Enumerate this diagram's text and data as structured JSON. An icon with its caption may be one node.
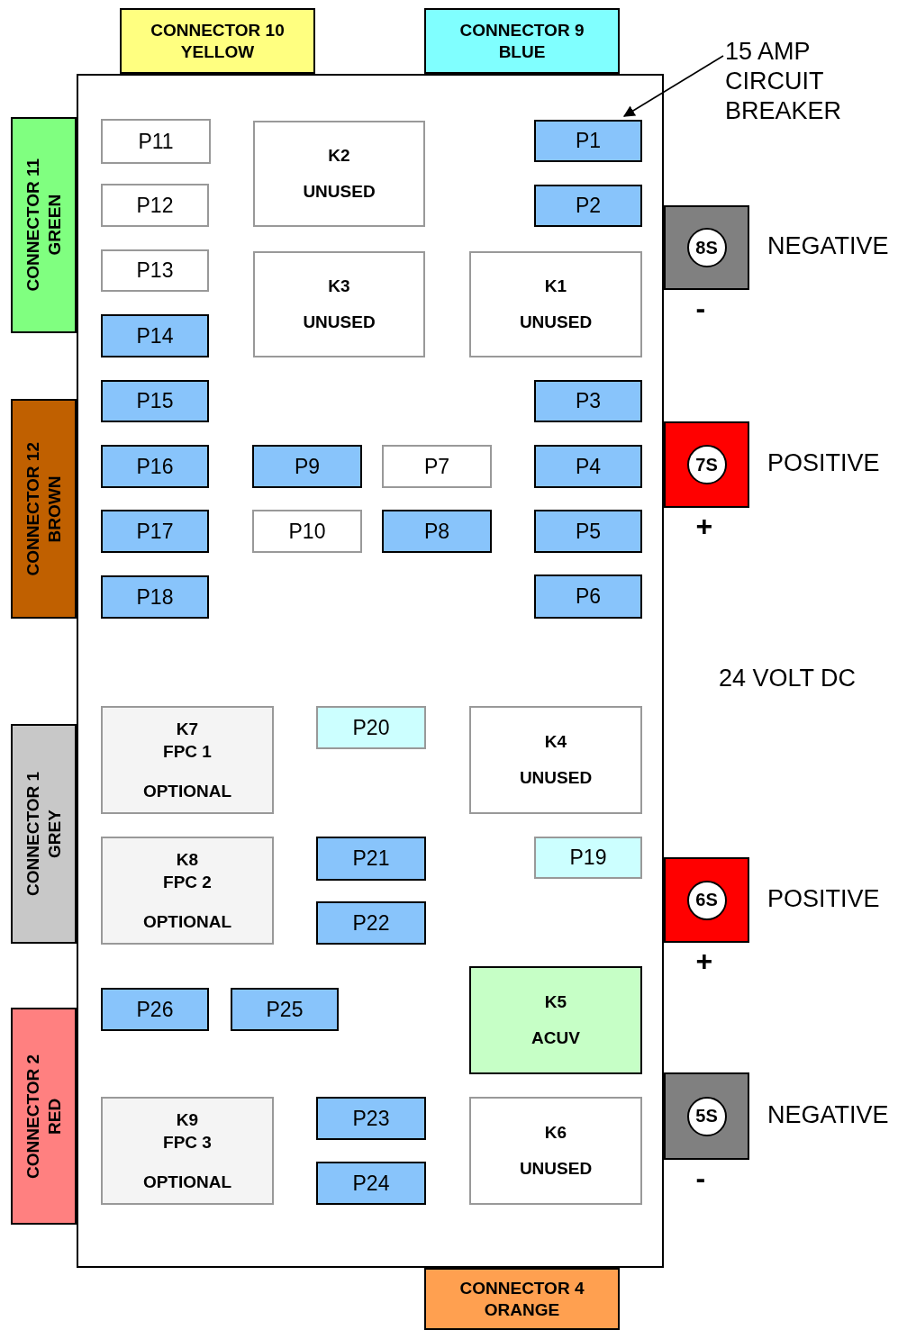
{
  "diagram": {
    "nodes": [
      {
        "text": [
          "CONNECTOR 10",
          "YELLOW"
        ]
      },
      {
        "text": [
          "CONNECTOR 9",
          "BLUE"
        ]
      },
      {
        "text": [
          "15 AMP CIRCUIT BREAKER"
        ]
      },
      {
        "text": [],
        "shape": "box"
      },
      {
        "text": [
          "P11"
        ],
        "in": 3
      },
      {
        "text": [
          "K2",
          "UNUSED"
        ],
        "in": 3
      },
      {
        "text": [
          "P1"
        ],
        "in": 3
      },
      {
        "text": [
          "P12"
        ],
        "in": 3
      },
      {
        "text": [
          "P2"
        ],
        "in": 3
      },
      {
        "text": [
          "P13"
        ],
        "in": 3
      },
      {
        "text": [
          "K3",
          "UNUSED"
        ],
        "in": 3
      },
      {
        "text": [
          "K1",
          "UNUSED"
        ],
        "in": 3
      },
      {
        "text": [
          "P14"
        ],
        "in": 3
      },
      {
        "text": [
          "P15"
        ],
        "in": 3
      },
      {
        "text": [
          "P3"
        ],
        "in": 3
      },
      {
        "text": [
          "P16"
        ],
        "in": 3
      },
      {
        "text": [
          "P9"
        ],
        "in": 3
      },
      {
        "text": [
          "P7"
        ],
        "in": 3
      },
      {
        "text": [
          "P4"
        ],
        "in": 3
      },
      {
        "text": [
          "P17"
        ],
        "in": 3
      },
      {
        "text": [
          "P10"
        ],
        "in": 3
      },
      {
        "text": [
          "P8"
        ],
        "in": 3
      },
      {
        "text": [
          "P5"
        ],
        "in": 3
      },
      {
        "text": [
          "P18"
        ],
        "in": 3
      },
      {
        "text": [
          "P6"
        ],
        "in": 3
      },
      {
        "text": [
          "K7",
          "FPC 1",
          "OPTIONAL"
        ],
        "in": 3
      },
      {
        "text": [
          "P20"
        ],
        "in": 3
      },
      {
        "text": [
          "K4",
          "UNUSED"
        ],
        "in": 3
      },
      {
        "text": [
          "K8",
          "FPC 2",
          "OPTIONAL"
        ],
        "in": 3
      },
      {
        "text": [
          "P21"
        ],
        "in": 3
      },
      {
        "text": [
          "P19"
        ],
        "in": 3
      },
      {
        "text": [
          "P22"
        ],
        "in": 3
      },
      {
        "text": [
          "P26"
        ],
        "in": 3
      },
      {
        "text": [
          "P25"
        ],
        "in": 3
      },
      {
        "text": [
          "K5",
          "ACUV"
        ],
        "in": 3
      },
      {
        "text": [
          "K9",
          "FPC 3",
          "OPTIONAL"
        ],
        "in": 3
      },
      {
        "text": [
          "P23"
        ],
        "in": 3
      },
      {
        "text": [
          "K6",
          "UNUSED"
        ],
        "in": 3
      },
      {
        "text": [
          "P24"
        ],
        "in": 3
      },
      {
        "text": [
          "CONNECTOR 11",
          "GREEN"
        ]
      },
      {
        "text": [
          "CONNECTOR 12",
          "BROWN"
        ]
      },
      {
        "text": [
          "CONNECTOR 1",
          "GREY"
        ]
      },
      {
        "text": [
          "CONNECTOR 2",
          "RED"
        ]
      },
      {
        "text": [
          "CONNECTOR 4",
          "ORANGE"
        ]
      },
      {
        "text": [
          "8S"
        ],
        "beside": [
          "NEGATIVE",
          "-"
        ]
      },
      {
        "text": [
          "7S"
        ],
        "beside": [
          "POSITIVE",
          "+"
        ]
      },
      {
        "text": [
          "6S"
        ],
        "beside": [
          "POSITIVE",
          "+"
        ]
      },
      {
        "text": [
          "5S"
        ],
        "beside": [
          "NEGATIVE",
          "-"
        ]
      }
    ],
    "edges": [
      {
        "from": 2,
        "to": 6,
        "arrow": "to"
      }
    ],
    "labels": [
      "24 VOLT DC"
    ]
  }
}
